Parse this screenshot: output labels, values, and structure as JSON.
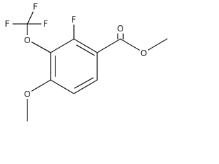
{
  "molecule": {
    "atom_labels": {
      "f_top_left": "F",
      "f_top": "F",
      "f_right": "F",
      "f_ring": "F",
      "o_ether_upper": "O",
      "o_carbonyl": "O",
      "o_ester": "O",
      "o_methoxy": "O"
    }
  }
}
